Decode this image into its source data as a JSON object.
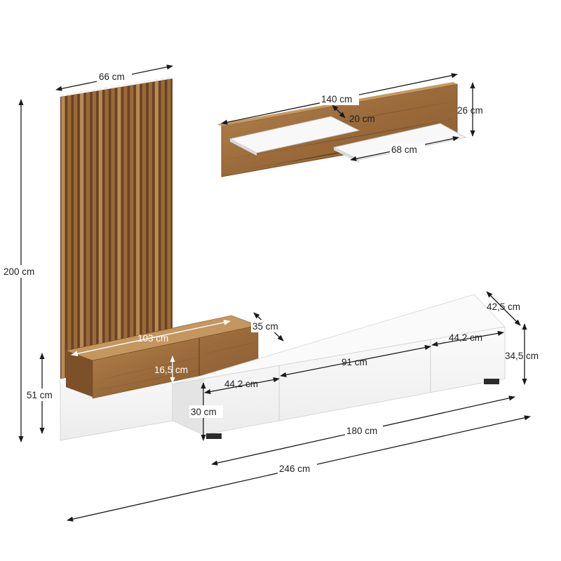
{
  "colors": {
    "oak": "#9a6a3a",
    "oak_dark": "#6f4723",
    "oak_light": "#b88a55",
    "white_unit": "#f4f4f4",
    "white_shade": "#e2e2e2",
    "line": "#1a1a1a"
  },
  "dimensions": {
    "panel_width": "66 cm",
    "panel_height": "200 cm",
    "bench_height": "51 cm",
    "bench_length": "103 cm",
    "drawer_height": "16,5 cm",
    "drawer_depth": "35 cm",
    "shelf_length": "140 cm",
    "shelf_depth": "20 cm",
    "shelf_height": "26 cm",
    "shelf_board": "68 cm",
    "cabinet_depth": "42,5 cm",
    "cabinet_height": "34,5 cm",
    "left_door": "44,2 cm",
    "center_door": "91 cm",
    "right_door": "44,2 cm",
    "plinth_height": "30 cm",
    "cabinet_length": "180 cm",
    "total_length": "246 cm"
  }
}
